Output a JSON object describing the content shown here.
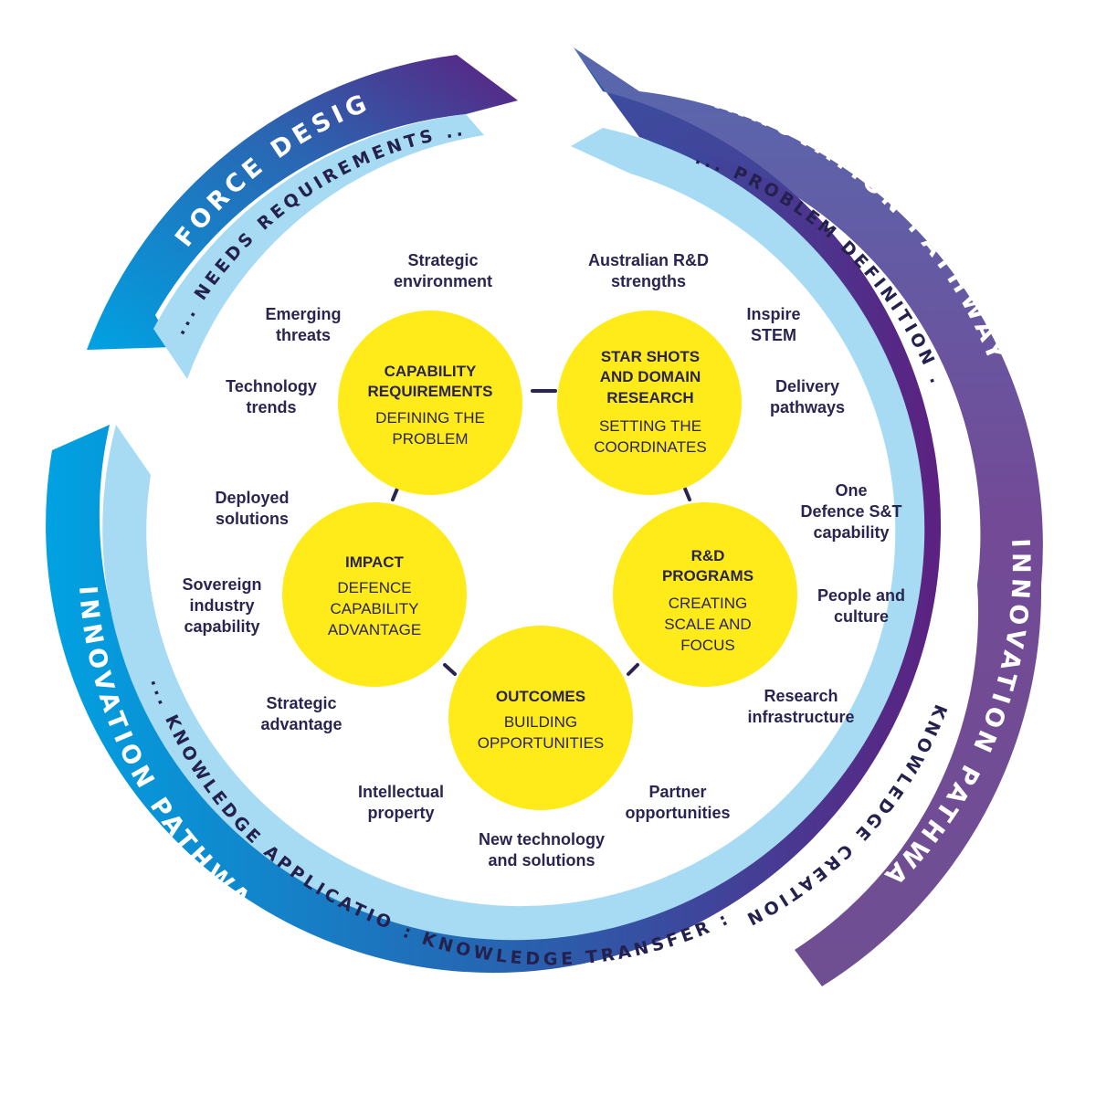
{
  "outer_ring": {
    "force_design": "FORCE DESIGN",
    "innovation_right": "INNOVATION PATHWAYS",
    "innovation_bottom_right": "INNOVATION PATHWAYS",
    "innovation_bottom": "INNOVATION PATHWAYS",
    "innovation_left": "INNOVATION PATHWAYS"
  },
  "inner_ring": {
    "needs_requirements": "... NEEDS REQUIREMENTS ...",
    "problem_definition": "... PROBLEM DEFINITION ...",
    "knowledge_creation": "KNOWLEDGE CREATION ...",
    "knowledge_transfer": ":  KNOWLEDGE TRANSFER  :",
    "knowledge_application": "... KNOWLEDGE APPLICATION"
  },
  "stages": [
    {
      "title": [
        "CAPABILITY",
        "REQUIREMENTS"
      ],
      "sub": [
        "DEFINING THE",
        "PROBLEM"
      ]
    },
    {
      "title": [
        "STAR SHOTS",
        "AND DOMAIN",
        "RESEARCH"
      ],
      "sub": [
        "SETTING THE",
        "COORDINATES"
      ]
    },
    {
      "title": [
        "R&D",
        "PROGRAMS"
      ],
      "sub": [
        "CREATING",
        "SCALE AND",
        "FOCUS"
      ]
    },
    {
      "title": [
        "OUTCOMES"
      ],
      "sub": [
        "BUILDING",
        "OPPORTUNITIES"
      ]
    },
    {
      "title": [
        "IMPACT"
      ],
      "sub": [
        "DEFENCE",
        "CAPABILITY",
        "ADVANTAGE"
      ]
    }
  ],
  "labels": [
    [
      "Strategic",
      "environment"
    ],
    [
      "Emerging",
      "threats"
    ],
    [
      "Technology",
      "trends"
    ],
    [
      "Australian R&D",
      "strengths"
    ],
    [
      "Inspire",
      "STEM"
    ],
    [
      "Delivery",
      "pathways"
    ],
    [
      "One",
      "Defence S&T",
      "capability"
    ],
    [
      "People and",
      "culture"
    ],
    [
      "Research",
      "infrastructure"
    ],
    [
      "Partner",
      "opportunities"
    ],
    [
      "New technology",
      "and solutions"
    ],
    [
      "Intellectual",
      "property"
    ],
    [
      "Strategic",
      "advantage"
    ],
    [
      "Sovereign",
      "industry",
      "capability"
    ],
    [
      "Deployed",
      "solutions"
    ]
  ],
  "colors": {
    "outer_blue": "#00a0e0",
    "outer_purple": "#5e237f",
    "inner_light_blue": "#a7dbf4",
    "circle_yellow": "#ffeb1a",
    "text_navy": "#2a2550"
  }
}
